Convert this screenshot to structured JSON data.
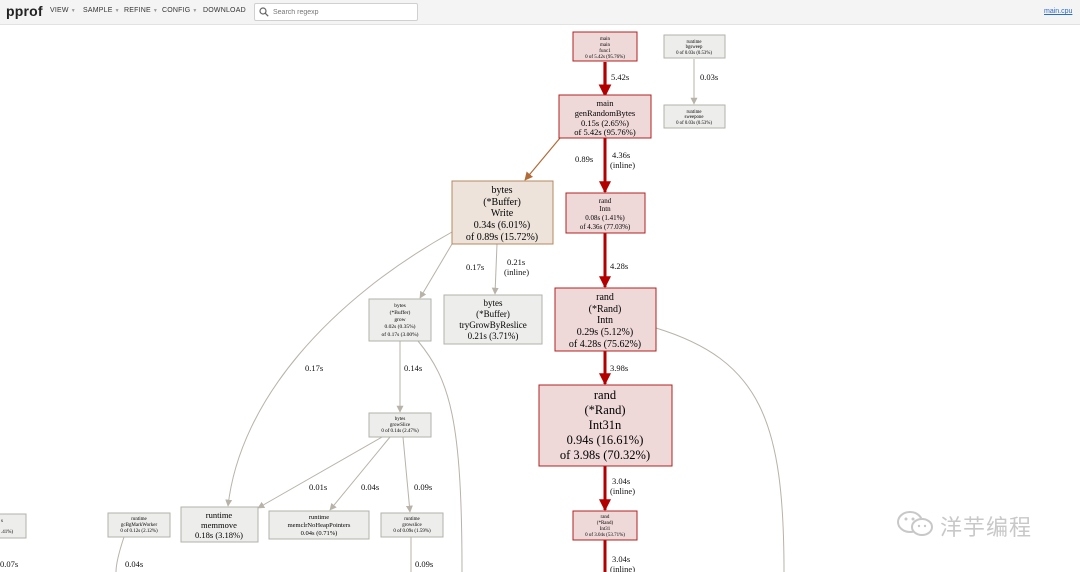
{
  "header": {
    "brand": "pprof",
    "menus": [
      "VIEW",
      "SAMPLE",
      "REFINE",
      "CONFIG",
      "DOWNLOAD"
    ],
    "search_placeholder": "Search regexp",
    "profile_link": "main.cpu"
  },
  "nodes": {
    "main": [
      "main",
      "main",
      "func1",
      "0 of 5.42s (95.76%)"
    ],
    "bgsweep": [
      "runtime",
      "bgsweep",
      "0 of 0.03s (0.53%)"
    ],
    "sweepone": [
      "runtime",
      "sweepone",
      "0 of 0.03s (0.53%)"
    ],
    "genRandom": [
      "main",
      "genRandomBytes",
      "0.15s (2.65%)",
      "of 5.42s (95.76%)"
    ],
    "bufWrite": [
      "bytes",
      "(*Buffer)",
      "Write",
      "0.34s (6.01%)",
      "of 0.89s (15.72%)"
    ],
    "randIntn": [
      "rand",
      "Intn",
      "0.08s (1.41%)",
      "of 4.36s (77.03%)"
    ],
    "bufGrow": [
      "bytes",
      "(*Buffer)",
      "grow",
      "0.02s (0.35%)",
      "of 0.17s (3.00%)"
    ],
    "tryGrow": [
      "bytes",
      "(*Buffer)",
      "tryGrowByReslice",
      "0.21s (3.71%)"
    ],
    "randRandIntn": [
      "rand",
      "(*Rand)",
      "Intn",
      "0.29s (5.12%)",
      "of 4.28s (75.62%)"
    ],
    "growSlice": [
      "bytes",
      "growSlice",
      "0 of 0.14s (2.47%)"
    ],
    "int31n": [
      "rand",
      "(*Rand)",
      "Int31n",
      "0.94s (16.61%)",
      "of 3.98s (70.32%)"
    ],
    "gcBg": [
      "runtime",
      "gcBgMarkWorker",
      "0 of 0.12s (2.12%)"
    ],
    "memmove": [
      "runtime",
      "memmove",
      "0.18s (3.18%)"
    ],
    "memclr": [
      "runtime",
      "memclrNoHeapPointers",
      "0.04s (0.71%)"
    ],
    "rtGrowslice": [
      "runtime",
      "growslice",
      "0 of 0.09s (1.59%)"
    ],
    "int31": [
      "rand",
      "(*Rand)",
      "Int31",
      "0 of 3.04s (53.71%)"
    ],
    "leftPartial": [
      "s",
      ".41%)"
    ]
  },
  "edges": {
    "main_gen": "5.42s",
    "bg_sweep": "0.03s",
    "gen_buf": "0.89s",
    "gen_intn": [
      "4.36s",
      "(inline)"
    ],
    "buf_grow": "0.17s",
    "buf_try": [
      "0.21s",
      "(inline)"
    ],
    "buf_memmove": "0.17s",
    "intn_randintn": "4.28s",
    "grow_growslice": "0.14s",
    "randintn_int31n": "3.98s",
    "gs_memmove": "0.01s",
    "gs_memclr": "0.04s",
    "gs_rtgrow": "0.09s",
    "int31n_int31": [
      "3.04s",
      "(inline)"
    ],
    "gc_down": "0.04s",
    "rtgrow_down": "0.09s",
    "int31_down": [
      "3.04s",
      "(inline)"
    ],
    "left_partial": "0.07s"
  },
  "watermark": "洋芋编程",
  "colors": {
    "hot_fill": "#eed8d8",
    "hot_border": "#b22020",
    "hot_edge": "#b20000",
    "warm_fill": "#ede3db",
    "warm_border": "#b5875f",
    "warm_edge": "#b26a36",
    "cold_fill": "#ededeb",
    "cold_border": "#b2b2a9",
    "cold_edge": "#b8b3a8"
  }
}
